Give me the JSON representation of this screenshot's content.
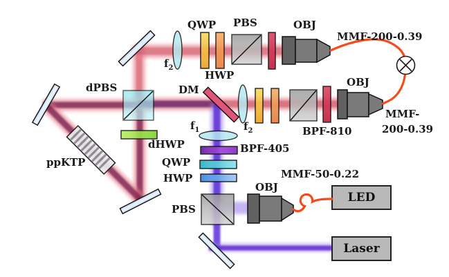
{
  "figure": {
    "type": "optical-setup-diagram",
    "description_visible_elements_only": true,
    "labels": {
      "qwp_top": "QWP",
      "hwp_top": "HWP",
      "pbs_top": "PBS",
      "obj_top": "OBJ",
      "mmf_top": "MMF-200-0.39",
      "f2_top": {
        "base": "f",
        "sub": "2"
      },
      "dpbs": "dPBS",
      "dm": "DM",
      "f2_mid": {
        "base": "f",
        "sub": "2"
      },
      "obj_right": "OBJ",
      "bpf810": "BPF-810",
      "mmf_right_line1": "MMF-",
      "mmf_right_line2": "200-0.39",
      "dhwp": "dHWP",
      "ppktp": "ppKTP",
      "f1": {
        "base": "f",
        "sub": "1"
      },
      "bpf405": "BPF-405",
      "qwp_mid": "QWP",
      "hwp_mid": "HWP",
      "pbs_mid": "PBS",
      "obj_mid": "OBJ",
      "mmf50": "MMF-50-0.22",
      "led": "LED",
      "laser": "Laser"
    },
    "icons": {
      "fiber_combiner": "circled-x fiber junction symbol"
    },
    "colors": {
      "beam_red_outer": "#e8808d",
      "beam_red_core": "#d15b6b",
      "beam_mixed_core": "#7c2150",
      "beam_pump_core": "#6d2868",
      "beam_purple_outer": "#a183e8",
      "beam_purple_core": "#5d2dd8",
      "fiber_orange": "#f8491a",
      "mirror_fill": "#d9e6f5",
      "dpbs_fill": "#8fe7ee",
      "pbs_fill": "#b4b4b4",
      "qwp_yellow": "#f2c43e",
      "hwp_orange": "#f09552",
      "filter_red": "#cd3a55",
      "bpf405_purple": "#8c35cd",
      "qwp_mid_teal": "#45c2d5",
      "hwp_mid_blue": "#5a9bee",
      "dhwp_green": "#8fdf45",
      "lens_fill": "#b5e8f0",
      "objective_gray": "#7a7a7a",
      "device_box_gray": "#b9b9b9"
    }
  }
}
